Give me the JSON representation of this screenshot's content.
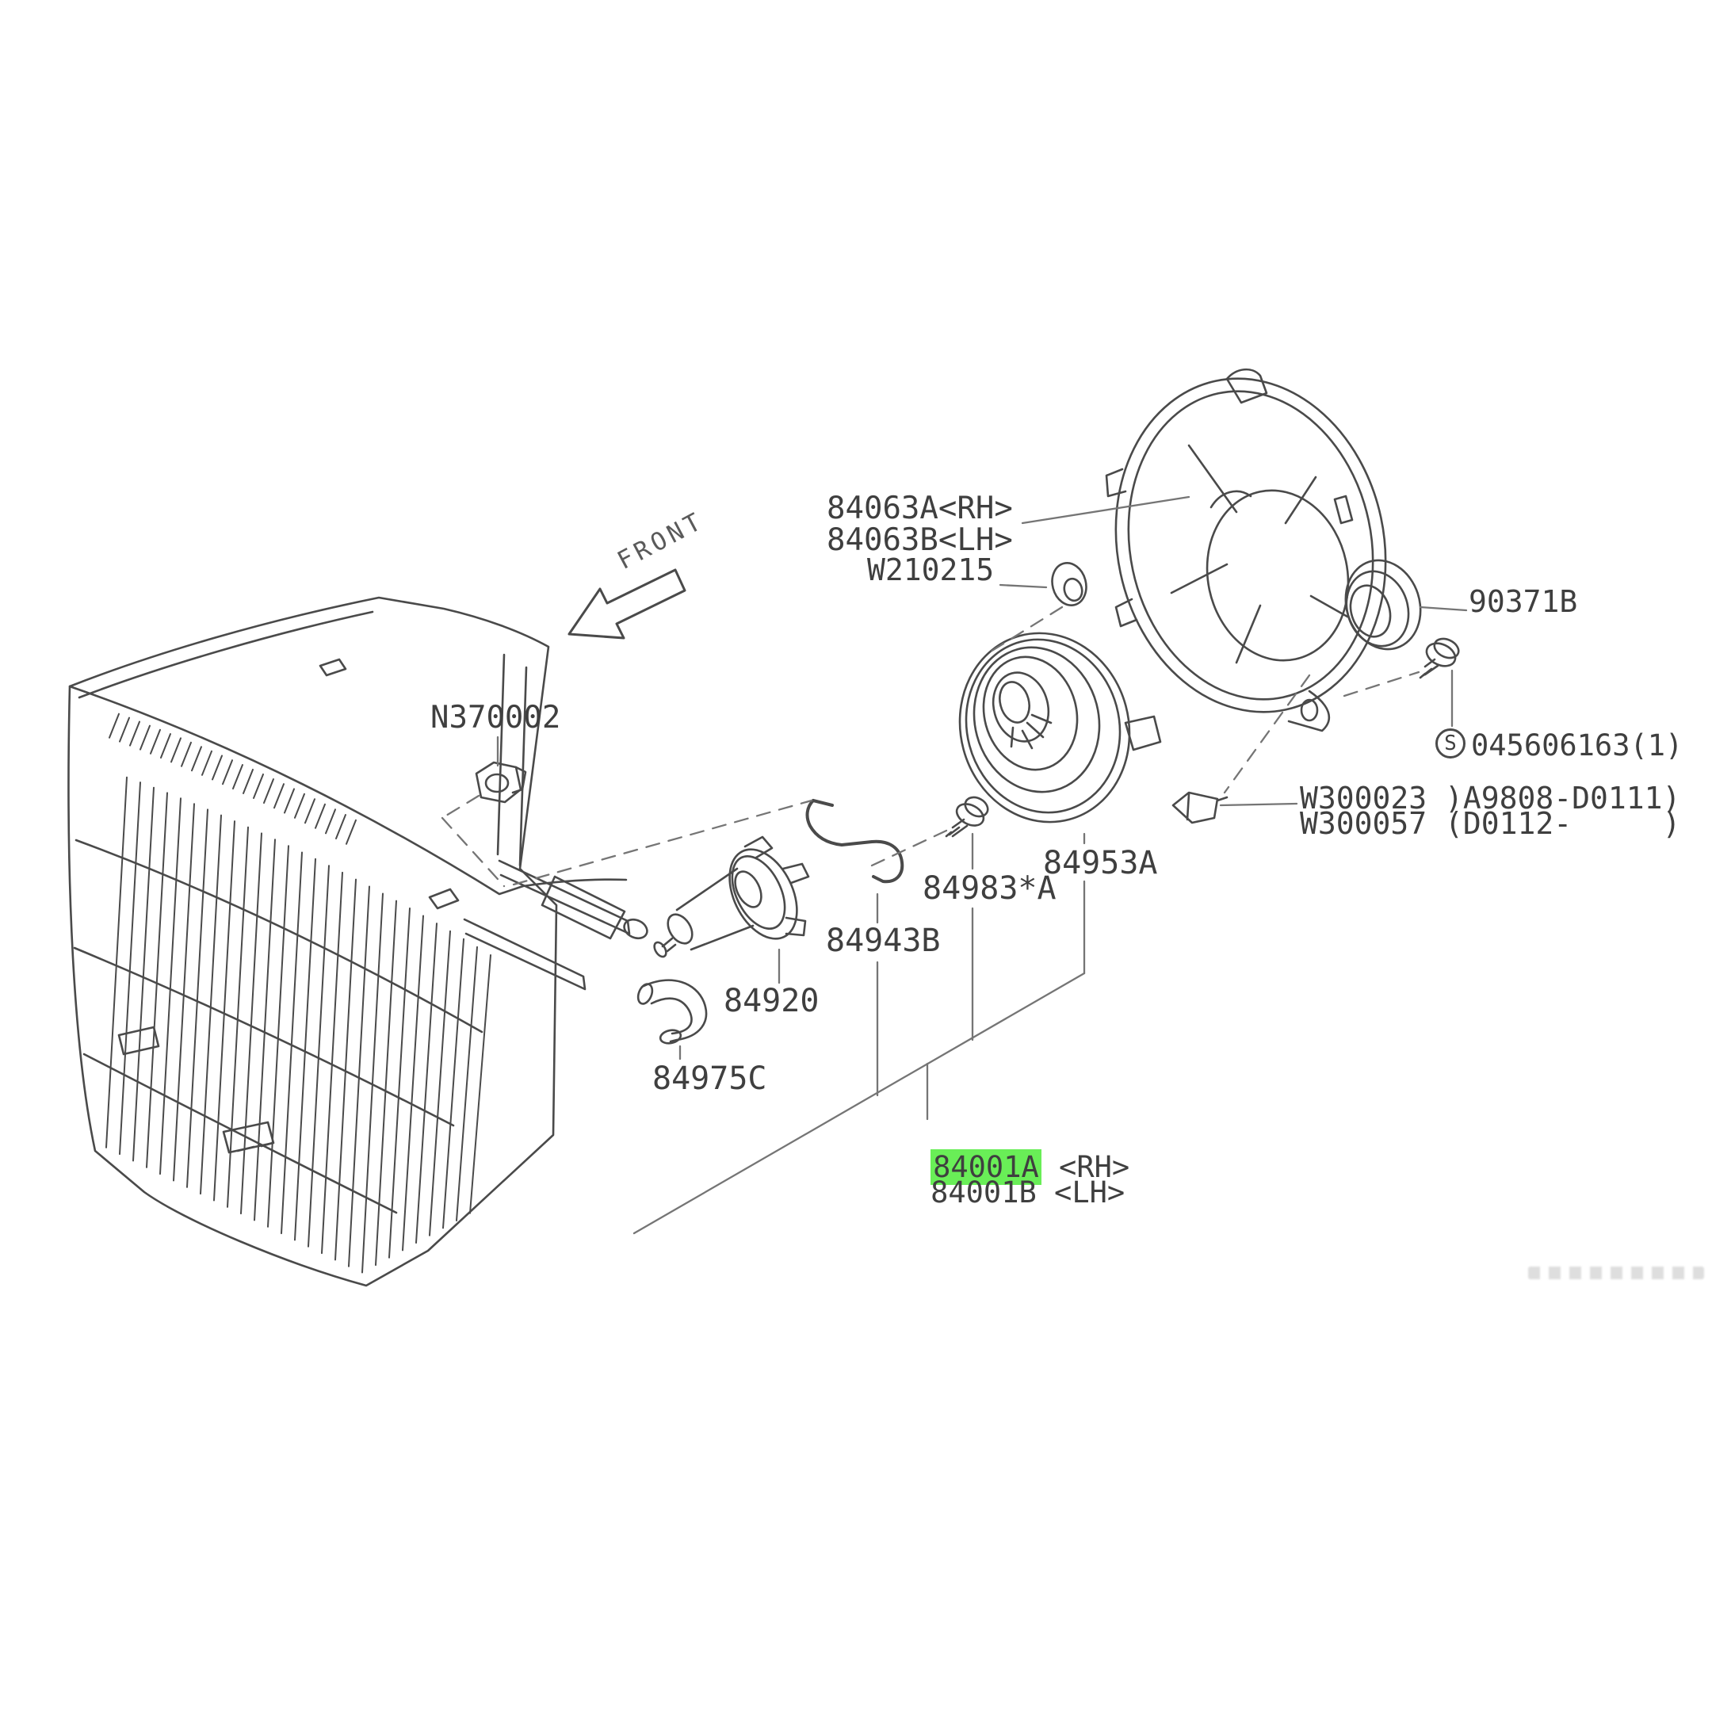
{
  "colors": {
    "highlight": "#69ee57",
    "line": "#4a4a4a",
    "leader": "#757575",
    "text": "#3f3f3f"
  },
  "front_label": "FRONT",
  "s_mark": "S",
  "labels": {
    "p84063a": {
      "text": "84063A<RH>"
    },
    "p84063b": {
      "text": "84063B<LH>"
    },
    "w210215": {
      "text": "W210215"
    },
    "p90371b": {
      "text": "90371B"
    },
    "p045606163": {
      "text": "045606163(1)"
    },
    "w300023": {
      "text": "W300023 )A9808-D0111)"
    },
    "w300057": {
      "text": "W300057 (D0112-     )"
    },
    "n370002": {
      "text": "N370002"
    },
    "p84953a": {
      "text": "84953A"
    },
    "p84983a": {
      "text": "84983*A"
    },
    "p84943b": {
      "text": "84943B"
    },
    "p84920": {
      "text": "84920"
    },
    "p84975c": {
      "text": "84975C"
    },
    "p84001a": {
      "code": "84001A",
      "side": " <RH>",
      "highlighted": true
    },
    "p84001b": {
      "code": "84001B",
      "side": " <LH>",
      "highlighted": false
    }
  }
}
